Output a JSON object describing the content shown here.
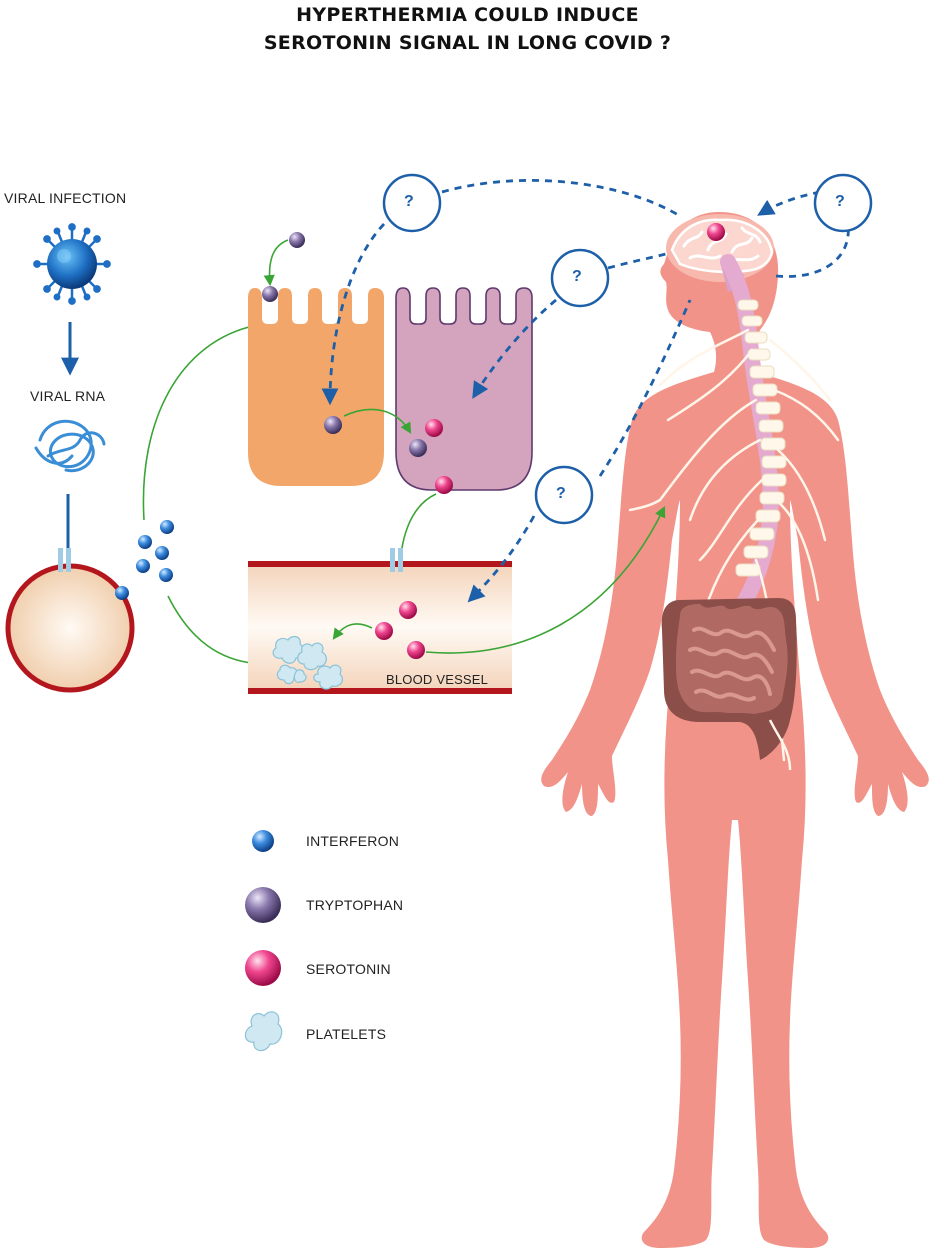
{
  "title": {
    "line1": "HYPERTHERMIA COULD INDUCE",
    "line2": "SEROTONIN SIGNAL IN LONG COVID ?"
  },
  "pathway": {
    "viral_infection": "VIRAL INFECTION",
    "viral_rna": "VIRAL RNA",
    "blood_vessel": "BLOOD VESSEL"
  },
  "question_mark": "?",
  "legend": {
    "interferon": "INTERFERON",
    "tryptophan": "TRYPTOPHAN",
    "serotonin": "SEROTONIN",
    "platelets": "PLATELETS"
  },
  "colors": {
    "interferon": "#1f6fc0",
    "tryptophan": "#6b5a8e",
    "serotonin": "#e0307a",
    "arrow_green": "#3aa535",
    "arrow_blue": "#1d5fa8",
    "body": "#f2938a",
    "cell_orange": "#f2a66a",
    "cell_purple": "#d4a4be",
    "vessel_red": "#b3161c",
    "intestine": "#8b4e48"
  }
}
